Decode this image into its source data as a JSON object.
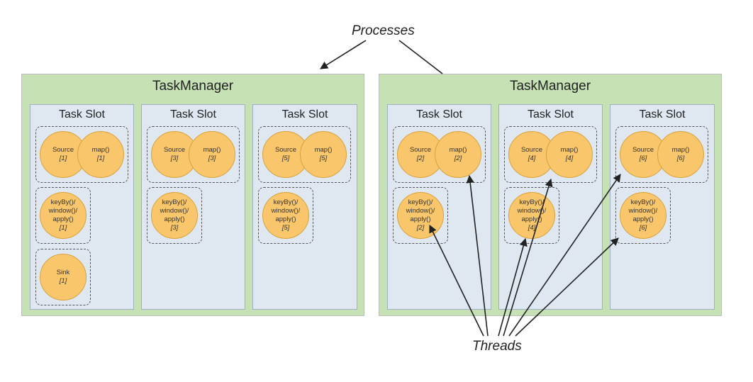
{
  "labels": {
    "processes": "Processes",
    "threads": "Threads"
  },
  "task_managers": [
    {
      "title": "TaskManager",
      "slots": [
        {
          "title": "Task Slot",
          "source": "Source",
          "map": "map()",
          "pair_index": "[1]",
          "keyby": [
            "keyBy()/",
            "window()/",
            "apply()"
          ],
          "keyby_index": "[1]",
          "sink": "Sink",
          "sink_index": "[1]"
        },
        {
          "title": "Task Slot",
          "source": "Source",
          "map": "map()",
          "pair_index": "[3]",
          "keyby": [
            "keyBy()/",
            "window()/",
            "apply()"
          ],
          "keyby_index": "[3]"
        },
        {
          "title": "Task Slot",
          "source": "Source",
          "map": "map()",
          "pair_index": "[5]",
          "keyby": [
            "keyBy()/",
            "window()/",
            "apply()"
          ],
          "keyby_index": "[5]"
        }
      ]
    },
    {
      "title": "TaskManager",
      "slots": [
        {
          "title": "Task Slot",
          "source": "Source",
          "map": "map()",
          "pair_index": "[2]",
          "keyby": [
            "keyBy()/",
            "window()/",
            "apply()"
          ],
          "keyby_index": "[2]"
        },
        {
          "title": "Task Slot",
          "source": "Source",
          "map": "map()",
          "pair_index": "[4]",
          "keyby": [
            "keyBy()/",
            "window()/",
            "apply()"
          ],
          "keyby_index": "[4]"
        },
        {
          "title": "Task Slot",
          "source": "Source",
          "map": "map()",
          "pair_index": "[6]",
          "keyby": [
            "keyBy()/",
            "window()/",
            "apply()"
          ],
          "keyby_index": "[6]"
        }
      ]
    }
  ],
  "colors": {
    "taskmanager_bg": "#c6e2b5",
    "slot_bg": "#dfe7f0",
    "operator_fill": "#f9c66b"
  }
}
